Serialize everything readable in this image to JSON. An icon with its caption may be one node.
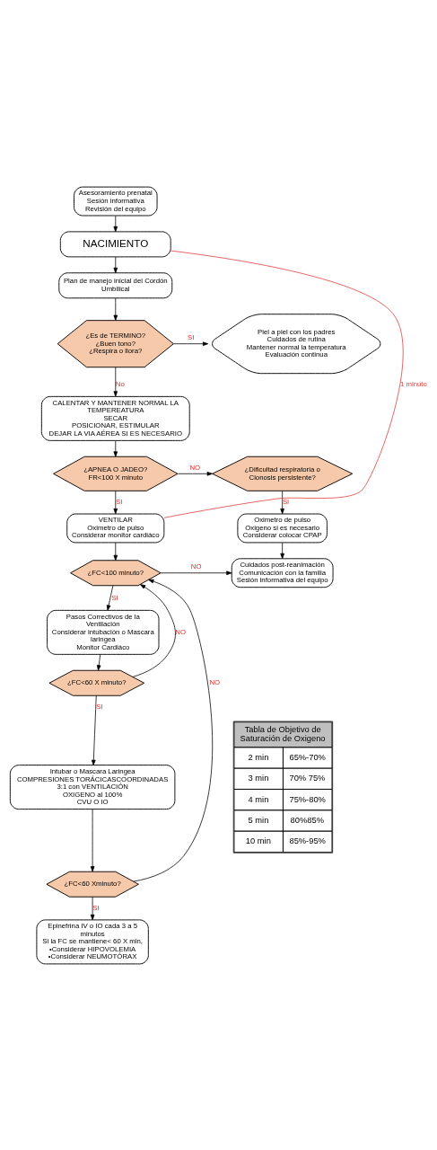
{
  "diagram": {
    "nodes": [
      {
        "text": [
          "Asesoramiento prenatal",
          "Sesión informativa",
          "Revisión del equipo"
        ]
      },
      {
        "text": [
          "NACIMIENTO"
        ]
      },
      {
        "text": [
          "Plan de manejo inicial del Cordón Umbilical"
        ]
      },
      {
        "text": [
          "¿Es de TERMINO?",
          "¿Buen tono?",
          "¿Respira o llora?"
        ]
      },
      {
        "text": [
          "Piel a piel con los padres",
          "Cuidados de rutina",
          "Mantener normal la temperatura",
          "Evaluación continua"
        ]
      },
      {
        "text": [
          "CALENTAR Y MANTENER NORMAL LA TEMPEREATURA",
          "SECAR",
          "POSICIONAR, ESTIMULAR",
          "DEJAR LA VIA AÉREA SI ES NECESARIO"
        ]
      },
      {
        "text": [
          "¿APNEA O JADEO?",
          "FR<100 X minuto"
        ]
      },
      {
        "text": [
          "¿Dificultad respiratoria o Cionosis persistente?"
        ]
      },
      {
        "text": [
          "VENTILAR",
          "Oximetro de pulso",
          "Considerar monitor cardiáco"
        ]
      },
      {
        "text": [
          "Oximetro de pulso",
          "Oxigeno si es necesario",
          "Considerar colocar CPAP"
        ]
      },
      {
        "text": [
          "¿FC<100 minuto?"
        ]
      },
      {
        "text": [
          "Cuidados post-reanimación",
          "Comunicación con la familia",
          "Sesión informativa del equipo"
        ]
      },
      {
        "text": [
          "Pasos Correctivos de la Ventilación",
          "Considerar intubación o Mascara laringea",
          "Monitor Cardiáco"
        ]
      },
      {
        "text": [
          "¿FC<60 X minuto?"
        ]
      },
      {
        "text": [
          "Intubar o Mascara Laringea",
          "COMPRESIONES TORÁCICASCOORDINADAS 3:1 con VENTILACIÓN",
          "OXIGENO al 100%",
          "CVU O IO"
        ]
      },
      {
        "text": [
          "¿FC<60 Xminuto?"
        ]
      },
      {
        "text": [
          "Epinefrina IV o IO cada 3 a 5 minutos",
          "Si la FC se mantiene< 60 X min,",
          "•Considerar HIPOVOLEMIA",
          "•Considerar NEUMOTÓRAX"
        ]
      }
    ],
    "edges": [
      {
        "from": 0,
        "to": 1,
        "arrow": "to"
      },
      {
        "from": 1,
        "to": 2,
        "arrow": "to"
      },
      {
        "from": 2,
        "to": 3,
        "arrow": "to"
      },
      {
        "from": 3,
        "to": 4,
        "arrow": "to",
        "label": "SI"
      },
      {
        "from": 3,
        "to": 5,
        "arrow": "to",
        "label": "No"
      },
      {
        "from": 5,
        "to": 6,
        "arrow": "to"
      },
      {
        "from": 6,
        "to": 7,
        "arrow": "to",
        "label": "NO"
      },
      {
        "from": 6,
        "to": 8,
        "arrow": "to",
        "label": "SI"
      },
      {
        "from": 7,
        "to": 9,
        "arrow": "to",
        "label": "SI"
      },
      {
        "from": 8,
        "to": 1,
        "arrow": "none",
        "label": "1 minuto",
        "color": "#e03a3a"
      },
      {
        "from": 8,
        "to": 10,
        "arrow": "to"
      },
      {
        "from": 9,
        "to": 11,
        "arrow": "to"
      },
      {
        "from": 10,
        "to": 11,
        "arrow": "to",
        "label": "NO"
      },
      {
        "from": 10,
        "to": 12,
        "arrow": "to",
        "label": "SI"
      },
      {
        "from": 12,
        "to": 13,
        "arrow": "to"
      },
      {
        "from": 13,
        "to": 10,
        "arrow": "to",
        "label": "NO"
      },
      {
        "from": 13,
        "to": 14,
        "arrow": "to",
        "label": "SI"
      },
      {
        "from": 14,
        "to": 15,
        "arrow": "to"
      },
      {
        "from": 15,
        "to": 10,
        "arrow": "to",
        "label": "NO"
      },
      {
        "from": 15,
        "to": 16,
        "arrow": "to",
        "label": "SI"
      }
    ],
    "labels": [
      "Tabla de Objetivo de Saturación de Oxigeno",
      "2 min",
      "65%-70%",
      "3 min",
      "70% 75%",
      "4 min",
      "75%-80%",
      "5 min",
      "80%85%",
      "10 min",
      "85%-95%"
    ]
  }
}
